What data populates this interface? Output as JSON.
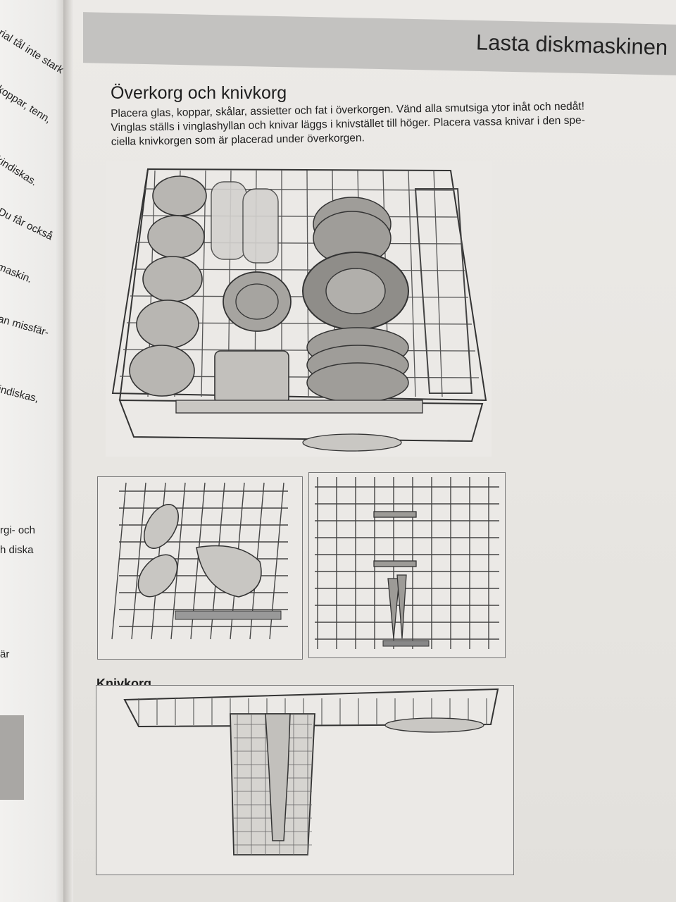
{
  "header": {
    "title": "Lasta diskmaskinen"
  },
  "section": {
    "title": "Överkorg och knivkorg",
    "lines": [
      "Placera glas, koppar, skålar, assietter och fat i överkorgen. Vänd alla smutsiga ytor inåt och nedåt!",
      "Vinglas ställs i vinglashyllan och knivar läggs i knivstället till höger. Placera vassa knivar i den spe-",
      "ciella knivkorgen som är placerad under överkorgen."
    ]
  },
  "knivkorg_label": "Knivkorg",
  "left_page_fragments": [
    "rial tål inte stark",
    "koppar, tenn,",
    "kindiskas.",
    "Du får också",
    "maskin.",
    "an missfär-",
    "indiskas,",
    "rgi- och",
    "h diska",
    "är"
  ]
}
